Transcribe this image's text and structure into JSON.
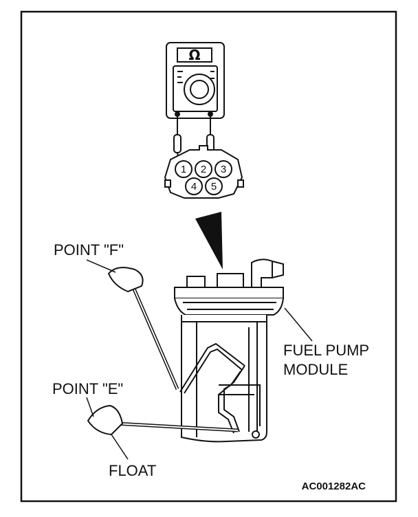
{
  "labels": {
    "point_f": "POINT \"F\"",
    "point_e": "POINT \"E\"",
    "float": "FLOAT",
    "module_line1": "FUEL PUMP",
    "module_line2": "MODULE",
    "figure_code": "AC001282AC"
  },
  "meter": {
    "display_symbol": "Ω"
  },
  "connector": {
    "pins": [
      "1",
      "2",
      "3",
      "4",
      "5"
    ]
  },
  "icons": [
    "ohmmeter-icon",
    "connector-icon",
    "arrow-icon",
    "fuel-pump-module-icon",
    "float-arm-icon"
  ]
}
